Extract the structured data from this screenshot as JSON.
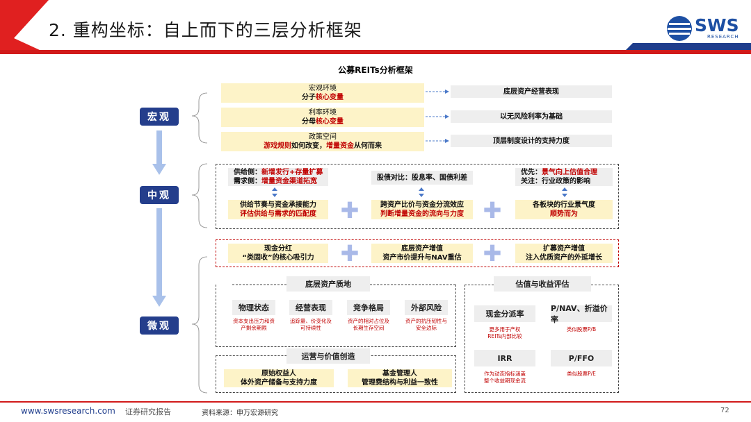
{
  "header": {
    "title": "2. 重构坐标：自上而下的三层分析框架",
    "logo_text": "SWS",
    "logo_sub": "RESEARCH"
  },
  "diagram": {
    "title": "公募REITs分析框架",
    "levels": {
      "macro": "宏观",
      "meso": "中观",
      "micro": "微观"
    },
    "macro": [
      {
        "l1": "宏观环境",
        "l2a": "分子",
        "l2b": "核心变量",
        "right": "底层资产经营表现"
      },
      {
        "l1": "利率环境",
        "l2a": "分母",
        "l2b": "核心变量",
        "right": "以无风险利率为基础"
      },
      {
        "l1": "政策空间",
        "l2a": "游戏规则",
        "l2b": "如何改变，",
        "l2c": "增量资金",
        "l2d": "从何而来",
        "right": "顶层制度设计的支持力度"
      }
    ],
    "meso": [
      {
        "top1a": "供给侧：",
        "top1b": "新增发行+存量扩募",
        "top2a": "需求侧：",
        "top2b": "增量资金渠道拓宽",
        "b1": "供给节奏与资金承接能力",
        "b2": "评估供给与需求的匹配度"
      },
      {
        "top1a": "股债对比：",
        "top1b": "股息率、国债利差",
        "b1": "跨资产比价与资金分流效应",
        "b2": "判断增量资金的流向与力度"
      },
      {
        "top1a": "优先：",
        "top1b": "景气向上估值合理",
        "top2a": "关注：",
        "top2b": "行业政策的影响",
        "b1": "各板块的行业景气度",
        "b2": "顺势而为"
      }
    ],
    "micro_top": [
      {
        "a": "现金分红",
        "b": "“类固收”的核心吸引力"
      },
      {
        "a": "底层资产增值",
        "b": "资产市价提升与NAV重估"
      },
      {
        "a": "扩募资产增值",
        "b": "注入优质资产的外延增长"
      }
    ],
    "asset": {
      "title": "底层资产质地",
      "items": [
        {
          "name": "物理状态",
          "desc1": "资本支出压力和资",
          "desc2": "产剩余期限"
        },
        {
          "name": "经营表现",
          "desc1": "追踪量、价变化及",
          "desc2": "可持续性"
        },
        {
          "name": "竞争格局",
          "desc1": "资产的相对占位及",
          "desc2": "长期生存空间"
        },
        {
          "name": "外部风险",
          "desc1": "资产的抗压韧性与",
          "desc2": "安全边际"
        }
      ]
    },
    "valuation": {
      "title": "估值与收益评估",
      "items": [
        {
          "name": "现金分派率",
          "desc1": "更多用于产权",
          "desc2": "REITs内部比较"
        },
        {
          "name": "P/NAV、折溢价率",
          "desc1": "类似股票P/B",
          "desc2": ""
        },
        {
          "name": "IRR",
          "desc1": "作为动态指标涵盖",
          "desc2": "整个收益期现金流"
        },
        {
          "name": "P/FFO",
          "desc1": "类似股票P/E",
          "desc2": ""
        }
      ]
    },
    "operation": {
      "title": "运营与价值创造",
      "items": [
        {
          "a": "原始权益人",
          "b": "体外资产储备与支持力度"
        },
        {
          "a": "基金管理人",
          "b": "管理费结构与利益一致性"
        }
      ]
    },
    "plus": "✚"
  },
  "footer": {
    "url": "www.swsresearch.com",
    "doc_type": "证券研究报告",
    "source": "资料来源：申万宏源研究",
    "page": "72"
  },
  "colors": {
    "brand_blue": "#243e8c",
    "accent_red": "#c00000",
    "highlight_yellow": "#fdf3c8"
  }
}
